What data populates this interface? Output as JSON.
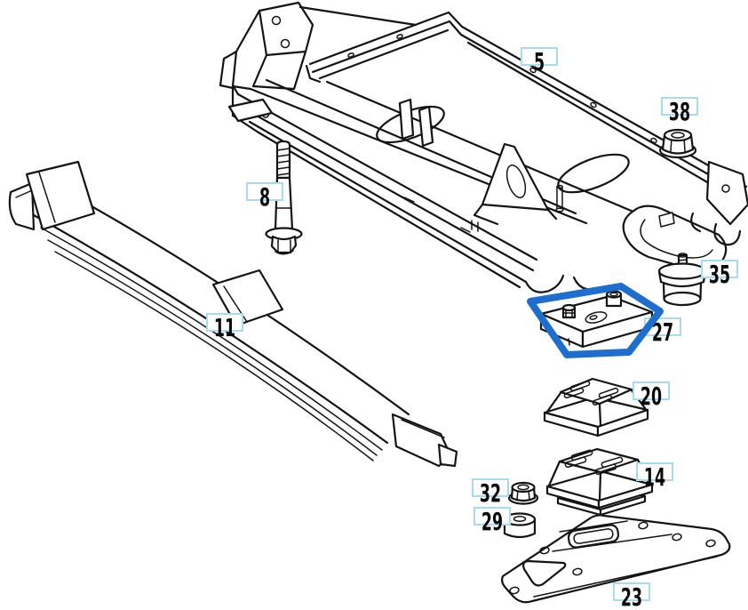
{
  "diagram": {
    "kind": "exploded-parts-diagram",
    "description": "Vehicle front axle crossmember, leaf spring and engine mounting parts",
    "background_color": "#ffffff",
    "line_color": "#141414",
    "label_box_color": "#a6dcee",
    "label_text_color": "#0a0a0a",
    "highlight_color": "#1e6ed0",
    "highlighted_part": "27"
  },
  "labels": [
    {
      "text": "5",
      "part": "crossmember-frame"
    },
    {
      "text": "38",
      "part": "hex-flange-nut"
    },
    {
      "text": "8",
      "part": "mounting-bolt"
    },
    {
      "text": "35",
      "part": "rubber-buffer"
    },
    {
      "text": "27",
      "part": "mounting-plate",
      "highlighted": true
    },
    {
      "text": "11",
      "part": "leaf-spring"
    },
    {
      "text": "20",
      "part": "rubber-mount-upper"
    },
    {
      "text": "14",
      "part": "rubber-mount-lower"
    },
    {
      "text": "32",
      "part": "hex-nut-small"
    },
    {
      "text": "29",
      "part": "spacer-bushing"
    },
    {
      "text": "23",
      "part": "support-bracket"
    }
  ]
}
